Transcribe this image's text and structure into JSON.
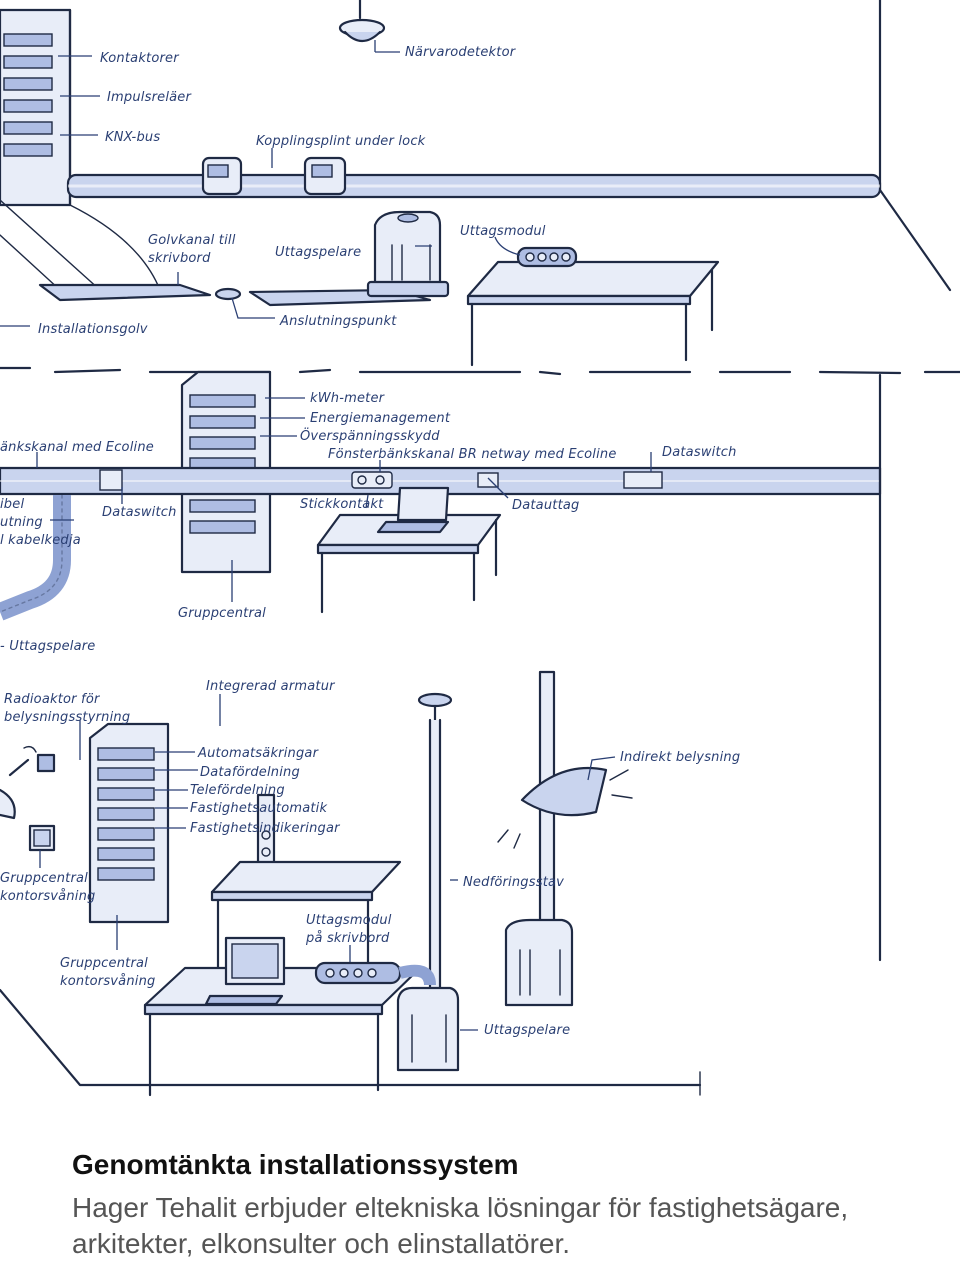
{
  "labels": {
    "kontaktorer": "Kontaktorer",
    "narvarodetektor": "Närvarodetektor",
    "impulsrelaer": "Impulsreläer",
    "knx_bus": "KNX-bus",
    "kopplingsplint": "Kopplingsplint under lock",
    "golvkanal_1": "Golvkanal till",
    "golvkanal_2": "skrivbord",
    "uttagspelare_top": "Uttagspelare",
    "uttagsmodul_top": "Uttagsmodul",
    "installationsgolv": "Installationsgolv",
    "anslutningspunkt": "Anslutningspunkt",
    "kwh_meter": "kWh-meter",
    "energimanagement": "Energiemanagement",
    "overspanningsskydd": "Överspänningsskydd",
    "fonsterbankskanal_br": "Fönsterbänkskanal BR netway med Ecoline",
    "bankskanal_ecoline": "änkskanal med Ecoline",
    "dataswitch_right": "Dataswitch",
    "kabel_1": "ibel",
    "kabel_2": "utning",
    "kabel_3": "l kabelkedja",
    "dataswitch_left": "Dataswitch",
    "stickkontakt": "Stickkontakt",
    "datauttag": "Datauttag",
    "gruppcentral_mid": "Gruppcentral",
    "uttagspelare_mid": "- Uttagspelare",
    "radioaktor_1": "Radioaktor för",
    "radioaktor_2": "belysningsstyrning",
    "integrerad_armatur": "Integrerad armatur",
    "automatsakringar": "Automatsäkringar",
    "datafordelning": "Datafördelning",
    "telefordelning": "Telefördelning",
    "fastighetsautomatik": "Fastighetsautomatik",
    "fastighetsindikeringar": "Fastighetsindikeringar",
    "indirekt_belysning": "Indirekt belysning",
    "gruppcentral_left_1": "Gruppcentral",
    "gruppcentral_left_2": "kontorsvåning",
    "nedforingsstav": "Nedföringsstav",
    "uttagsmodul_skrivbord_1": "Uttagsmodul",
    "uttagsmodul_skrivbord_2": "på skrivbord",
    "gruppcentral_bottom_1": "Gruppcentral",
    "gruppcentral_bottom_2": "kontorsvåning",
    "uttagspelare_bottom": "Uttagspelare"
  },
  "caption": {
    "title": "Genomtänkta installationssystem",
    "body": "Hager Tehalit erbjuder eltekniska lösningar för fastighetsägare, arkitekter, elkonsulter och elinstallatörer."
  }
}
